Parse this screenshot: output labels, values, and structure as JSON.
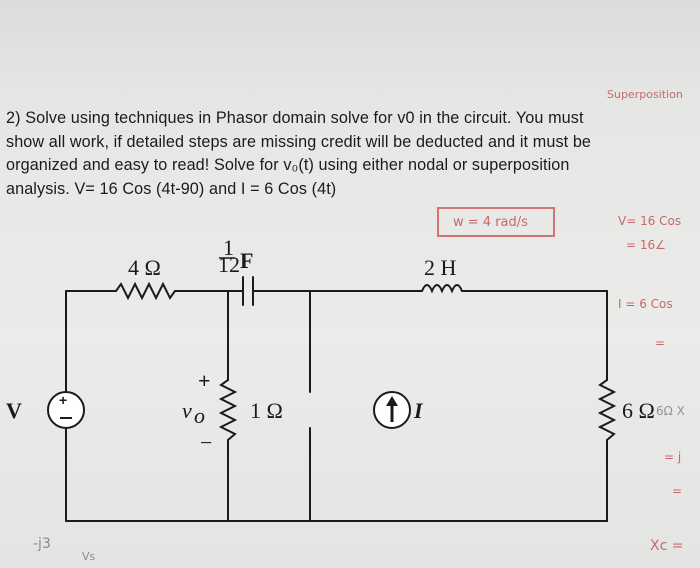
{
  "problem": {
    "line1": "2) Solve using techniques in Phasor domain solve for v0 in the circuit. You must",
    "line2": "show all work, if detailed steps are missing credit will be deducted and it must be",
    "line3": "organized and easy to read! Solve for v₀(t) using either nodal or superposition",
    "line4": "analysis. V= 16 Cos (4t-90) and I = 6 Cos (4t)"
  },
  "handwriting": {
    "top_right": "Superposition",
    "omega_box": "w = 4 rad/s",
    "v_note1": "V= 16 Cos",
    "v_note2": "= 16∠",
    "i_note1": "I = 6 Cos",
    "i_note2": "=",
    "r6_note": "6Ω X",
    "eq1": "= j",
    "eq2": "=",
    "xc_note": "Xc =",
    "bottom_left": "-j3",
    "bottom_vs": "Vs"
  },
  "circuit": {
    "r1": "4 Ω",
    "cap_num": "1",
    "cap_den": "12",
    "cap_unit": "F",
    "inductor": "2 H",
    "r_mid": "1 Ω",
    "r_right": "6 Ω",
    "vsrc": "V",
    "isrc": "I",
    "vo": "v",
    "vo_sub": "o",
    "plus": "+",
    "minus": "−"
  }
}
